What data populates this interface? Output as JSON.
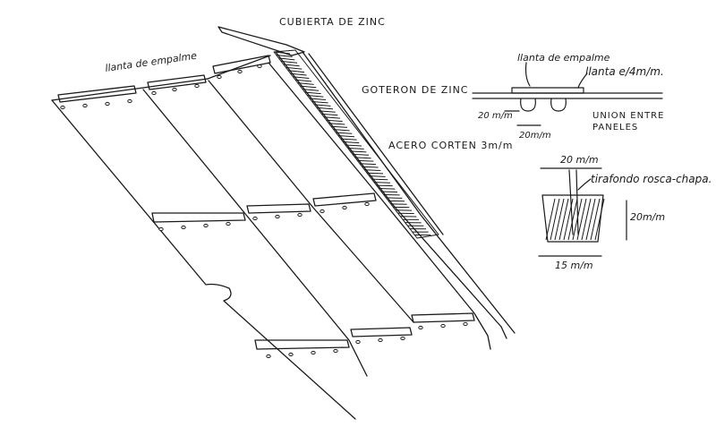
{
  "labels": {
    "zinc_cover": "CUBIERTA DE ZINC",
    "joint_strip_left": "llanta de empalme",
    "zinc_gutter": "GOTERON DE ZINC",
    "corten_steel": "ACERO CORTEN 3m/m",
    "joint_strip_detail": "llanta de empalme",
    "strip_thickness": "llanta e/4m/m.",
    "dim_20_left": "20 m/m",
    "dim_20_below": "20m/m",
    "panel_joint_line1": "UNION ENTRE",
    "panel_joint_line2": "PANELES",
    "dim_20_top": "20 m/m",
    "screw_label": "tirafondo rosca-chapa.",
    "dim_20_right": "20m/m",
    "dim_15_bottom": "15 m/m"
  },
  "colors": {
    "ink": "#1a1a1a",
    "paper": "#ffffff"
  }
}
